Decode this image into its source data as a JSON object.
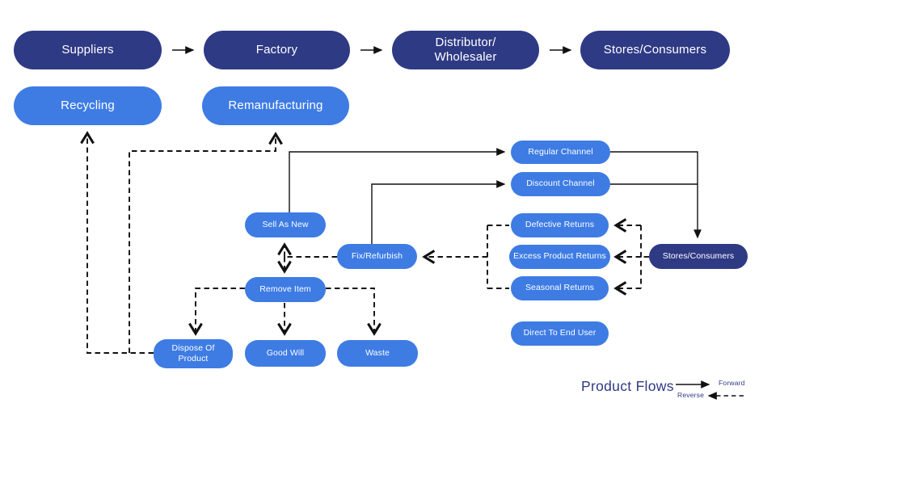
{
  "diagram": {
    "colors": {
      "dark_pill": "#2f3a85",
      "light_pill": "#3e7ce4",
      "line": "#111111",
      "background": "#ffffff",
      "pill_text": "#ffffff"
    },
    "nodes": {
      "suppliers": {
        "label": "Suppliers"
      },
      "factory": {
        "label": "Factory"
      },
      "distributor": {
        "label": "Distributor/\nWholesaler"
      },
      "stores_top": {
        "label": "Stores/Consumers"
      },
      "recycling": {
        "label": "Recycling"
      },
      "remanufacturing": {
        "label": "Remanufacturing"
      },
      "sell_as_new": {
        "label": "Sell As New"
      },
      "fix_refurbish": {
        "label": "Fix/Refurbish"
      },
      "remove_item": {
        "label": "Remove Item"
      },
      "dispose_of_product": {
        "label": "Dispose Of\nProduct"
      },
      "good_will": {
        "label": "Good Will"
      },
      "waste": {
        "label": "Waste"
      },
      "regular_channel": {
        "label": "Regular Channel"
      },
      "discount_channel": {
        "label": "Discount Channel"
      },
      "defective_returns": {
        "label": "Defective Returns"
      },
      "excess_product_returns": {
        "label": "Excess Product Returns"
      },
      "seasonal_returns": {
        "label": "Seasonal Returns"
      },
      "direct_to_end_user": {
        "label": "Direct To End User"
      },
      "stores_right": {
        "label": "Stores/Consumers"
      }
    },
    "edges": [
      {
        "from": "Suppliers",
        "to": "Factory",
        "type": "forward"
      },
      {
        "from": "Factory",
        "to": "Distributor/Wholesaler",
        "type": "forward"
      },
      {
        "from": "Distributor/Wholesaler",
        "to": "Stores/Consumers",
        "type": "forward"
      },
      {
        "from": "Sell As New",
        "to": "Regular Channel",
        "type": "forward"
      },
      {
        "from": "Fix/Refurbish",
        "to": "Discount Channel",
        "type": "forward"
      },
      {
        "from": "Regular Channel",
        "to": "Stores/Consumers",
        "type": "forward"
      },
      {
        "from": "Discount Channel",
        "to": "Stores/Consumers",
        "type": "forward"
      },
      {
        "from": "Stores/Consumers",
        "to": "Defective Returns",
        "type": "reverse"
      },
      {
        "from": "Stores/Consumers",
        "to": "Excess Product Returns",
        "type": "reverse"
      },
      {
        "from": "Stores/Consumers",
        "to": "Seasonal Returns",
        "type": "reverse"
      },
      {
        "from": "Defective Returns",
        "to": "Fix/Refurbish",
        "type": "reverse"
      },
      {
        "from": "Excess Product Returns",
        "to": "Fix/Refurbish",
        "type": "reverse"
      },
      {
        "from": "Seasonal Returns",
        "to": "Fix/Refurbish",
        "type": "reverse"
      },
      {
        "from": "Fix/Refurbish",
        "to": "Sell As New",
        "type": "reverse"
      },
      {
        "from": "Fix/Refurbish",
        "to": "Remove Item",
        "type": "reverse"
      },
      {
        "from": "Remove Item",
        "to": "Dispose Of Product",
        "type": "reverse"
      },
      {
        "from": "Remove Item",
        "to": "Good Will",
        "type": "reverse"
      },
      {
        "from": "Remove Item",
        "to": "Waste",
        "type": "reverse"
      },
      {
        "from": "Dispose Of Product",
        "to": "Recycling",
        "type": "reverse"
      },
      {
        "from": "Dispose Of Product",
        "to": "Remanufacturing",
        "type": "reverse"
      }
    ],
    "legend": {
      "title": "Product Flows",
      "forward": "Forward",
      "reverse": "Reverse"
    }
  }
}
